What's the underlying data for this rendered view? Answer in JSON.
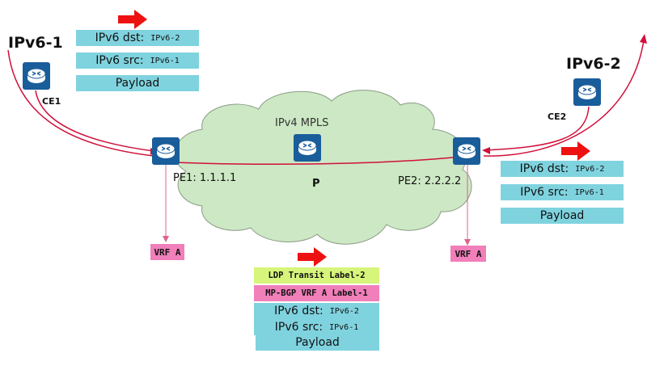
{
  "hosts": {
    "left": "IPv6-1",
    "right": "IPv6-2"
  },
  "ce_labels": {
    "ce1": "CE1",
    "ce2": "CE2"
  },
  "cloud": {
    "title": "IPv4 MPLS",
    "p_label": "P"
  },
  "pe_labels": {
    "pe1": "PE1: 1.1.1.1",
    "pe2": "PE2: 2.2.2.2"
  },
  "vrf": {
    "left": "VRF A",
    "right": "VRF A"
  },
  "packet_left": {
    "dst_label": "IPv6 dst:",
    "dst_value": "IPv6-2",
    "src_label": "IPv6 src:",
    "src_value": "IPv6-1",
    "payload": "Payload"
  },
  "packet_right": {
    "dst_label": "IPv6 dst:",
    "dst_value": "IPv6-2",
    "src_label": "IPv6 src:",
    "src_value": "IPv6-1",
    "payload": "Payload"
  },
  "packet_middle": {
    "ldp_label": "LDP Transit Label-2",
    "mpbgp_label": "MP-BGP VRF A Label-1",
    "dst_label": "IPv6 dst:",
    "dst_value": "IPv6-2",
    "src_label": "IPv6 src:",
    "src_value": "IPv6-1",
    "payload": "Payload"
  },
  "colors": {
    "router": "#1a5d9b",
    "cloud_fill": "#cde8c4",
    "path_line": "#d0103a",
    "arrow": "#ee1111",
    "header_box": "#7fd3df",
    "ldp_box": "#d6f57a",
    "vrf_box": "#f07fba"
  }
}
